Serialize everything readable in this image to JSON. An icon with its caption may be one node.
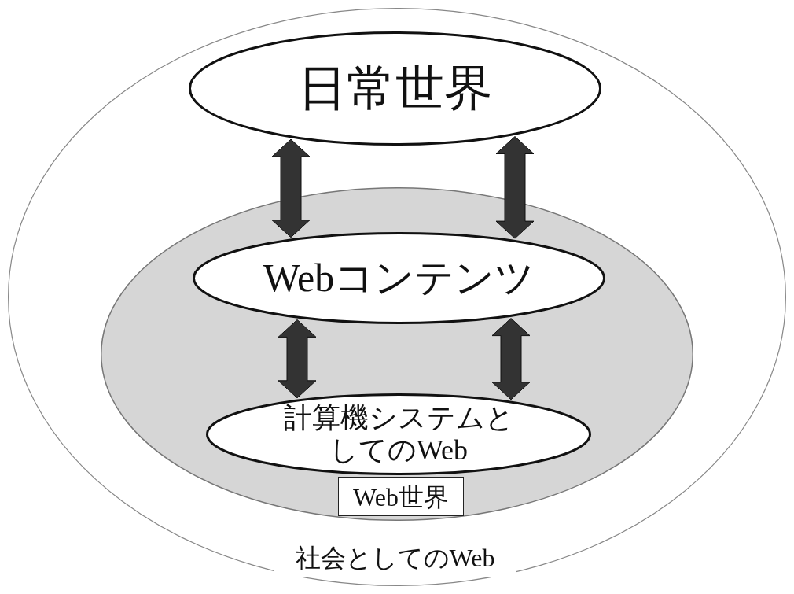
{
  "diagram": {
    "nodes": [
      {
        "text": [
          "社会としてのWeb"
        ]
      },
      {
        "text": [
          "Web世界"
        ],
        "in": 0
      },
      {
        "text": [
          "日常世界"
        ],
        "in": 0
      },
      {
        "text": [
          "Webコンテンツ"
        ],
        "in": 1
      },
      {
        "text": [
          "計算機システムとしてのWeb"
        ],
        "in": 1
      }
    ],
    "edges": [
      {
        "from": 2,
        "to": 3,
        "arrow": "both"
      },
      {
        "from": 2,
        "to": 3,
        "arrow": "both"
      },
      {
        "from": 3,
        "to": 4,
        "arrow": "both"
      },
      {
        "from": 3,
        "to": 4,
        "arrow": "both"
      }
    ]
  }
}
